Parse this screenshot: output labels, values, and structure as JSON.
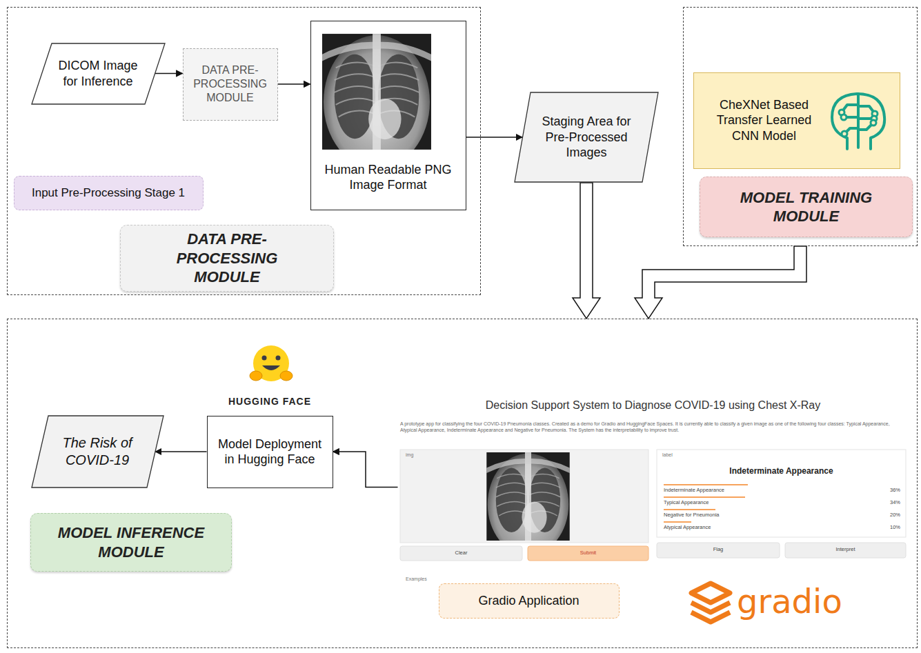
{
  "diagram": {
    "nodes": [
      {
        "text": [
          "DATA PRE-PROCESSING MODULE"
        ]
      },
      {
        "text": [
          "DICOM Image for Inference"
        ],
        "in": 0
      },
      {
        "text": [
          "DATA PRE-PROCESSING MODULE"
        ],
        "in": 0
      },
      {
        "text": [
          "Human Readable PNG Image Format"
        ],
        "in": 0
      },
      {
        "text": [
          "Input Pre-Processing Stage 1"
        ],
        "in": 0
      },
      {
        "text": [
          "Staging Area for Pre-Processed Images"
        ]
      },
      {
        "text": [
          "MODEL TRAINING MODULE"
        ]
      },
      {
        "text": [
          "CheXNet Based Transfer Learned CNN Model"
        ],
        "in": 6
      },
      {
        "text": [
          "MODEL INFERENCE MODULE"
        ]
      },
      {
        "text": [
          "The Risk of COVID-19"
        ],
        "in": 8
      },
      {
        "text": [
          "HUGGING FACE",
          "Model Deployment in Hugging Face"
        ],
        "in": 8
      },
      {
        "text": [
          "Decision Support System to Diagnose COVID-19 using Chest X-Ray"
        ],
        "in": 8
      },
      {
        "text": [
          "Gradio Application"
        ],
        "in": 8
      }
    ],
    "edges": [
      {
        "from": 1,
        "to": 2,
        "arrow": "to"
      },
      {
        "from": 2,
        "to": 3,
        "arrow": "to"
      },
      {
        "from": 3,
        "to": 5,
        "arrow": "to"
      },
      {
        "from": 5,
        "to": 8,
        "arrow": "to"
      },
      {
        "from": 6,
        "to": 8,
        "arrow": "to"
      },
      {
        "from": 11,
        "to": 10,
        "arrow": "to"
      },
      {
        "from": 10,
        "to": 9,
        "arrow": "to"
      }
    ],
    "labels": [
      "img",
      "label",
      "A prototype app for classifying the four COVID-19 Pneumonia classes. Created as a demo for Gradio and HuggingFace Spaces. It is currently able to classify a given image as one of the following four classes: Typical Appearance, Atypical Appearance, Indeterminate Appearance and Negative for Pneumonia. The System has the interpretability to improve trust.",
      "Indeterminate Appearance",
      "Indeterminate Appearance",
      "36%",
      "Typical Appearance",
      "34%",
      "Negative for Pneumonia",
      "20%",
      "Atypical Appearance",
      "10%",
      "Clear",
      "Submit",
      "Flag",
      "Interpret",
      "Examples",
      "gradio"
    ]
  }
}
